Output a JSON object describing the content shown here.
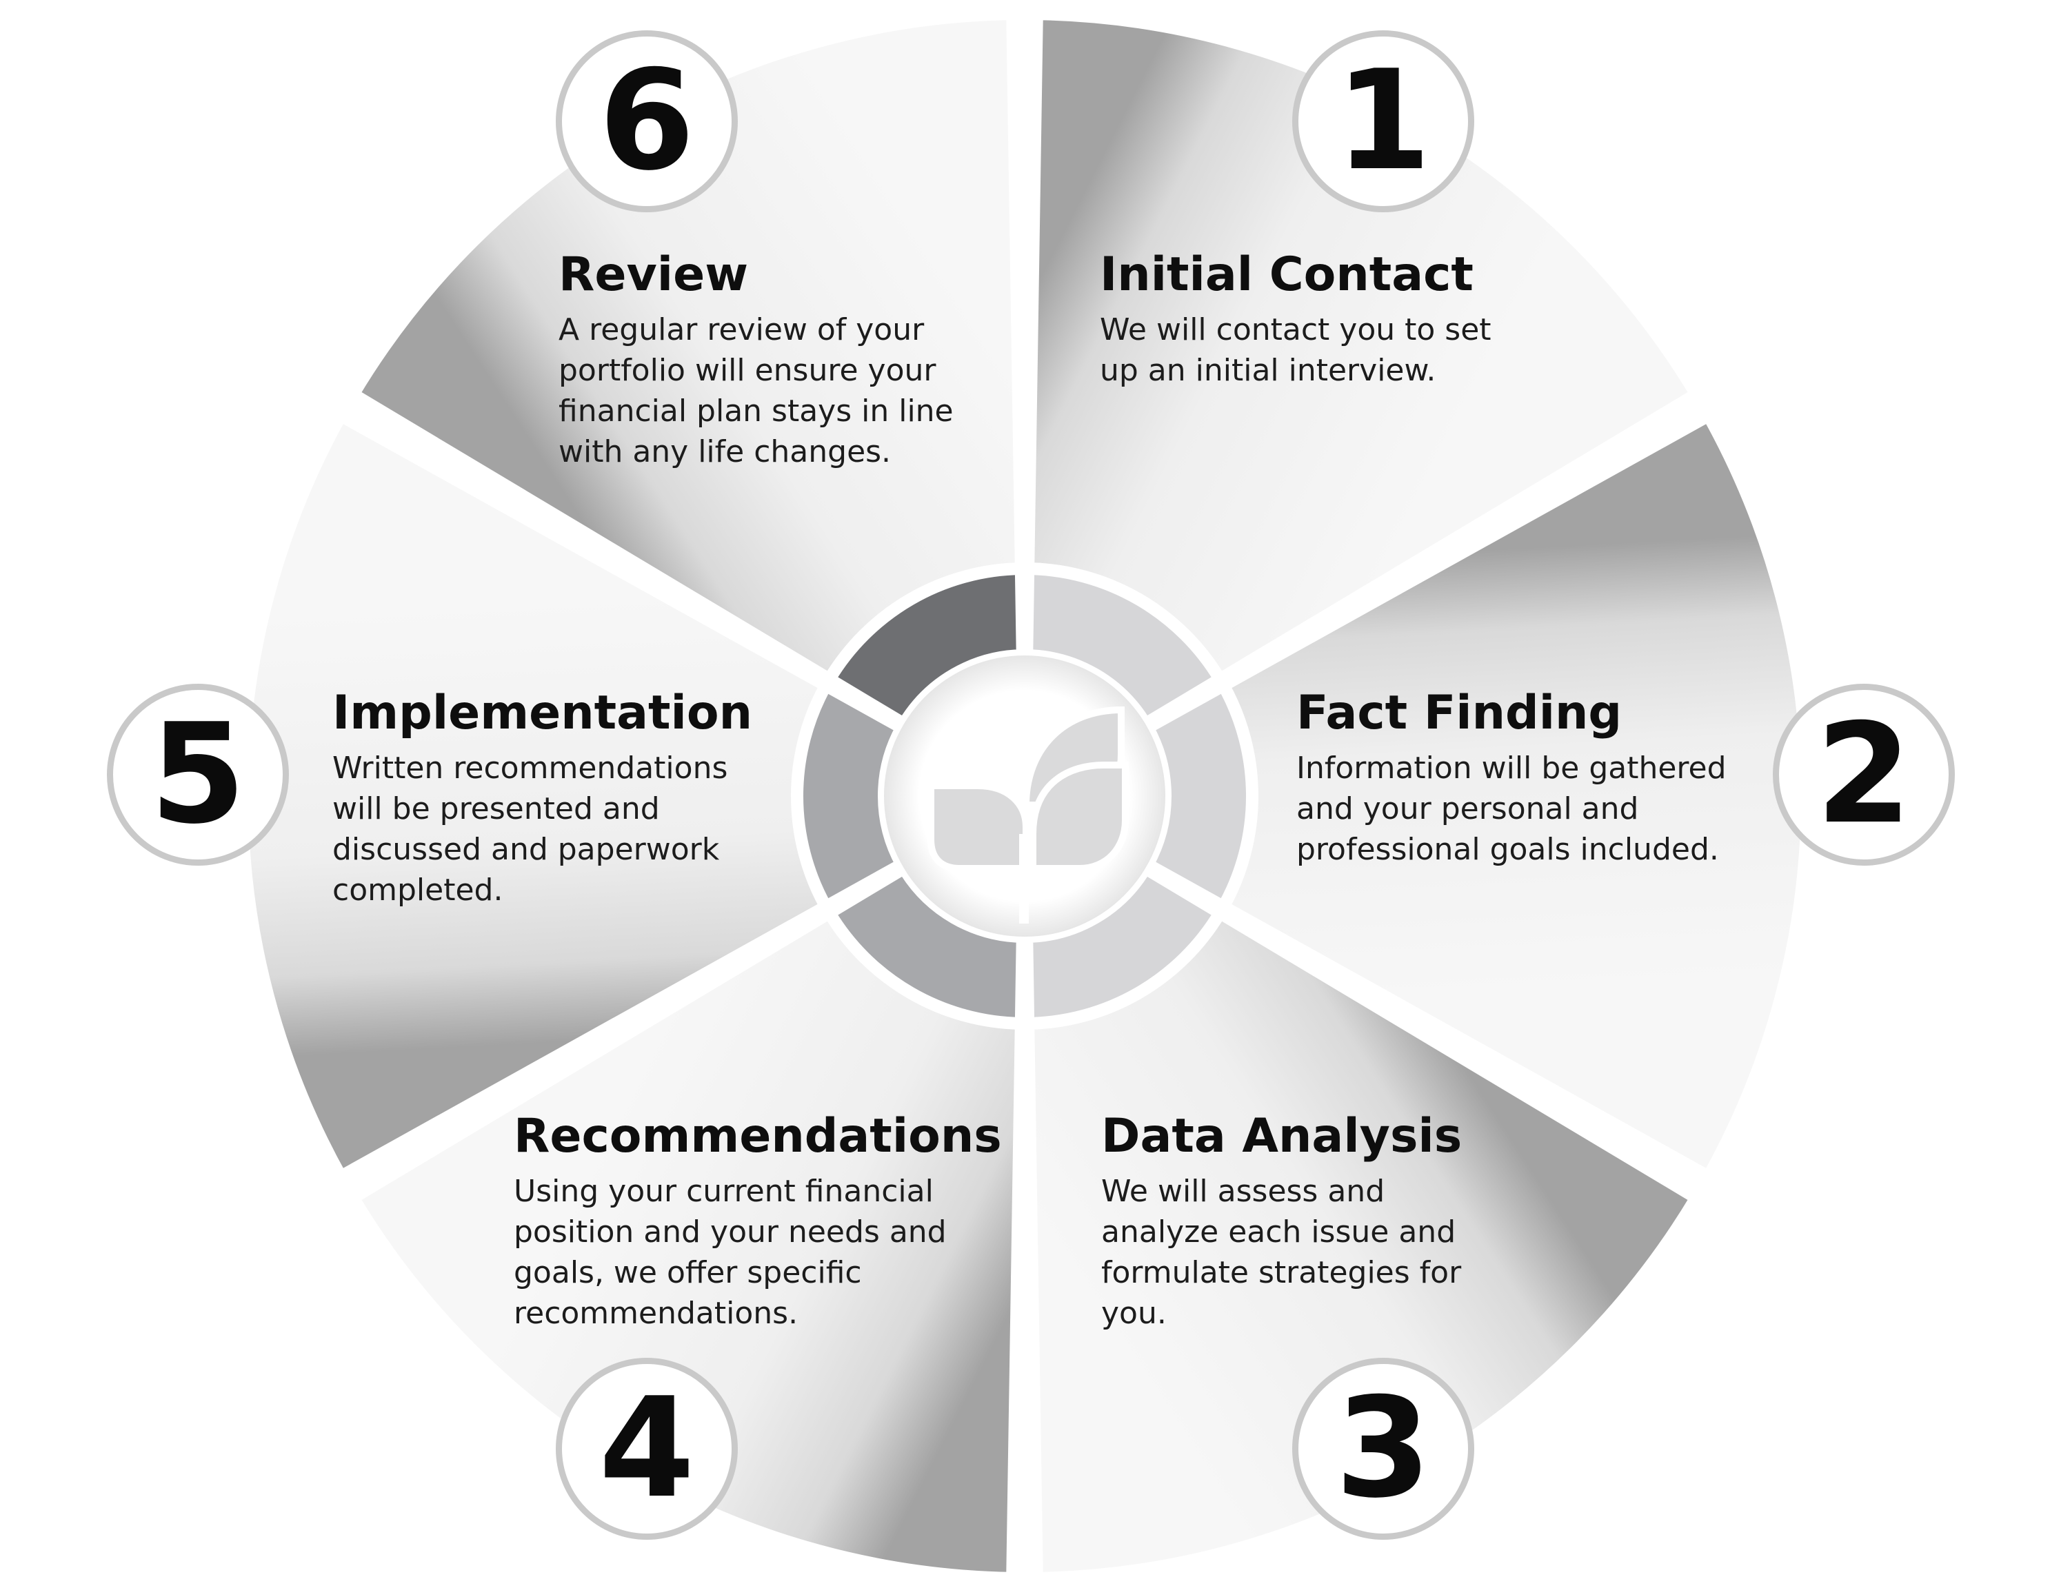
{
  "colors": {
    "background": "#ffffff",
    "segment_light": "#f4f4f4",
    "segment_dark": "#9d9d9d",
    "ring_dark": "#6e6f72",
    "ring_mid": "#a7a8ab",
    "ring_light": "#d6d6d8",
    "badge_border": "#c9c9c9",
    "number": "#0b0b0b"
  },
  "center_logo": {
    "icon": "leaf-logo-icon"
  },
  "steps": [
    {
      "number": "1",
      "title": "Initial Contact",
      "description": "We will contact you to set up an initial interview."
    },
    {
      "number": "2",
      "title": "Fact Finding",
      "description": "Information will be gathered and your personal and professional goals included."
    },
    {
      "number": "3",
      "title": "Data Analysis",
      "description": "We will assess and analyze each issue and formulate strategies for you."
    },
    {
      "number": "4",
      "title": "Recommendations",
      "description": "Using your current financial position and your needs and goals, we offer specific recommendations."
    },
    {
      "number": "5",
      "title": "Implementation",
      "description": "Written recommendations will be presented and discussed and paperwork completed."
    },
    {
      "number": "6",
      "title": "Review",
      "description": "A regular review of your portfolio will ensure your financial plan stays in line with any life changes."
    }
  ]
}
